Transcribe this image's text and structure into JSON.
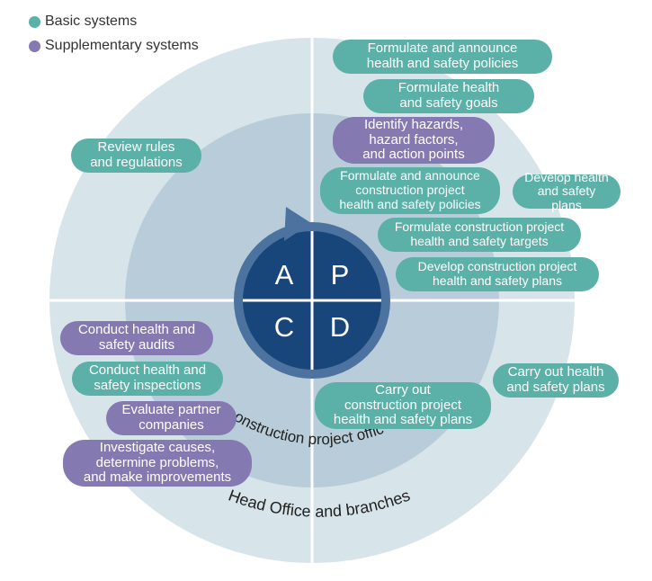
{
  "legend": [
    {
      "label": "Basic systems",
      "color": "#5bb0a8"
    },
    {
      "label": "Supplementary systems",
      "color": "#8579b1"
    }
  ],
  "rings": {
    "outer_label": "Head Office and branches",
    "inner_label": "Construction project offices"
  },
  "pdca": {
    "A": "A",
    "P": "P",
    "C": "C",
    "D": "D"
  },
  "colors": {
    "outer_ring": "#d7e4ea",
    "inner_ring": "#b8cdd9",
    "core_ring": "#4c72a0",
    "core": "#18457a",
    "basic": "#5bb0a8",
    "supplementary": "#8579b1"
  },
  "boxes": {
    "announce_policies": "Formulate and announce\nhealth and safety policies",
    "health_goals": "Formulate health\nand safety goals",
    "identify_hazards": "Identify hazards,\nhazard factors,\nand action points",
    "construction_policies": "Formulate and announce\nconstruction project\nhealth and safety policies",
    "develop_plans": "Develop health\nand safety plans",
    "construction_targets": "Formulate construction project\nhealth and safety targets",
    "construction_plans": "Develop construction project\nhealth and safety plans",
    "review_rules": "Review rules\nand regulations",
    "audits": "Conduct health and\nsafety audits",
    "inspections": "Conduct health and\nsafety inspections",
    "partners": "Evaluate partner\ncompanies",
    "investigate": "Investigate causes,\ndetermine problems,\nand make improvements",
    "carry_out_construction": "Carry out\nconstruction project\nhealth and safety plans",
    "carry_out_plans": "Carry out health\nand safety plans"
  }
}
